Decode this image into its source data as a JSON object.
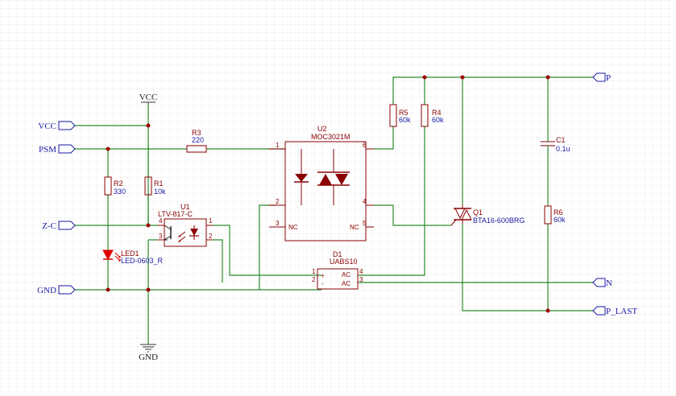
{
  "nets": {
    "vcc_top": "VCC",
    "vcc_port": "VCC",
    "psm": "PSM",
    "zc": "Z-C",
    "gnd_port": "GND",
    "gnd_bottom": "GND",
    "p": "P",
    "n": "N",
    "p_last": "P_LAST"
  },
  "components": {
    "r1": {
      "designator": "R1",
      "value": "10k"
    },
    "r2": {
      "designator": "R2",
      "value": "330"
    },
    "r3": {
      "designator": "R3",
      "value": "220"
    },
    "r4": {
      "designator": "R4",
      "value": "60k"
    },
    "r5": {
      "designator": "R5",
      "value": "60k"
    },
    "r6": {
      "designator": "R6",
      "value": "60k"
    },
    "c1": {
      "designator": "C1",
      "value": "0.1u"
    },
    "led1": {
      "designator": "LED1",
      "value": "LED-0603_R"
    },
    "u1": {
      "designator": "U1",
      "value": "LTV-817-C"
    },
    "u2": {
      "designator": "U2",
      "value": "MOC3021M"
    },
    "d1": {
      "designator": "D1",
      "value": "UABS10"
    },
    "q1": {
      "designator": "Q1",
      "value": "BTA16-600BRG"
    }
  },
  "pins": {
    "u2_1": "1",
    "u2_2": "2",
    "u2_3": "3",
    "u2_4": "4",
    "u2_5": "5",
    "u2_6": "6",
    "u2_nc_left": "NC",
    "u2_nc_right": "NC",
    "u1_1": "1",
    "u1_2": "2",
    "u1_3": "3",
    "u1_4": "4",
    "d1_1": "1",
    "d1_2": "2",
    "d1_3": "3",
    "d1_4": "4",
    "d1_plus": "+",
    "d1_minus": "-",
    "d1_ac1": "AC",
    "d1_ac2": "AC"
  },
  "colors": {
    "wire": "#2a8a2a",
    "component": "#8b0000",
    "label": "#1a1aa6",
    "led": "#e00000",
    "grid": "#ececec"
  }
}
